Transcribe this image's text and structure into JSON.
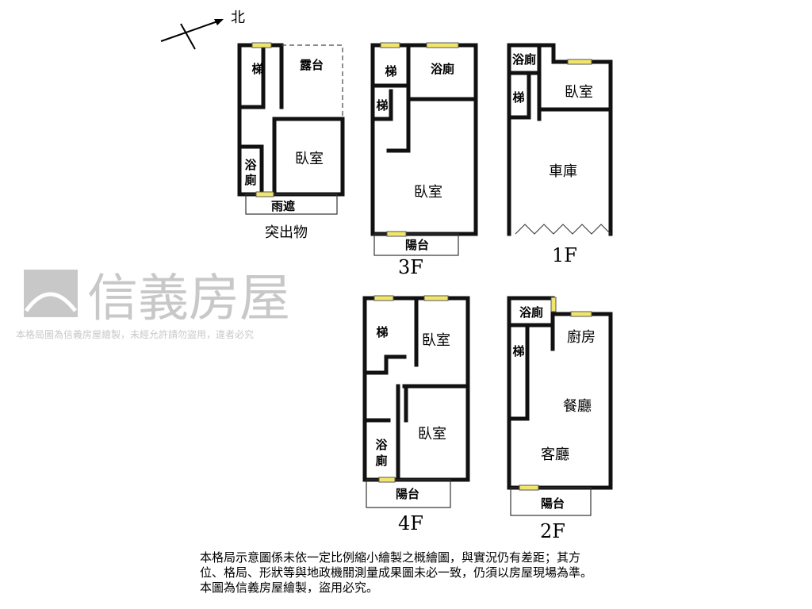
{
  "compass": {
    "north_label": "北"
  },
  "watermark": {
    "brand": "信義房屋",
    "notice": "本格局圖為信義房屋繪製，未經允許請勿盜用，違者必究",
    "color": "#c8c8c8"
  },
  "plans": {
    "roof": {
      "label": "突出物",
      "rooms": {
        "stairs": "梯",
        "terrace": "露台",
        "bedroom": "臥室",
        "bath_1": "浴",
        "bath_2": "廁",
        "canopy": "雨遮"
      }
    },
    "f3": {
      "label": "3F",
      "rooms": {
        "stairs": "梯",
        "stairs_small": "梯",
        "bath": "浴廁",
        "bedroom": "臥室",
        "balcony": "陽台"
      }
    },
    "f1": {
      "label": "1F",
      "rooms": {
        "bath": "浴廁",
        "stairs": "梯",
        "bedroom": "臥室",
        "garage": "車庫"
      }
    },
    "f4": {
      "label": "4F",
      "rooms": {
        "stairs": "梯",
        "bedroom_1": "臥室",
        "bedroom_2": "臥室",
        "bath_1": "浴",
        "bath_2": "廁",
        "balcony": "陽台"
      }
    },
    "f2": {
      "label": "2F",
      "rooms": {
        "bath": "浴廁",
        "stairs": "梯",
        "kitchen": "廚房",
        "dining": "餐廳",
        "living": "客廳",
        "balcony": "陽台"
      }
    }
  },
  "disclaimer": [
    "本格局示意圖係未依一定比例縮小繪製之概繪圖，與實況仍有差距；其方",
    "位、格局、形狀等與地政機關測量成果圖未必一致，仍須以房屋現場為準。",
    "本圖為信義房屋繪製，盜用必究。"
  ]
}
